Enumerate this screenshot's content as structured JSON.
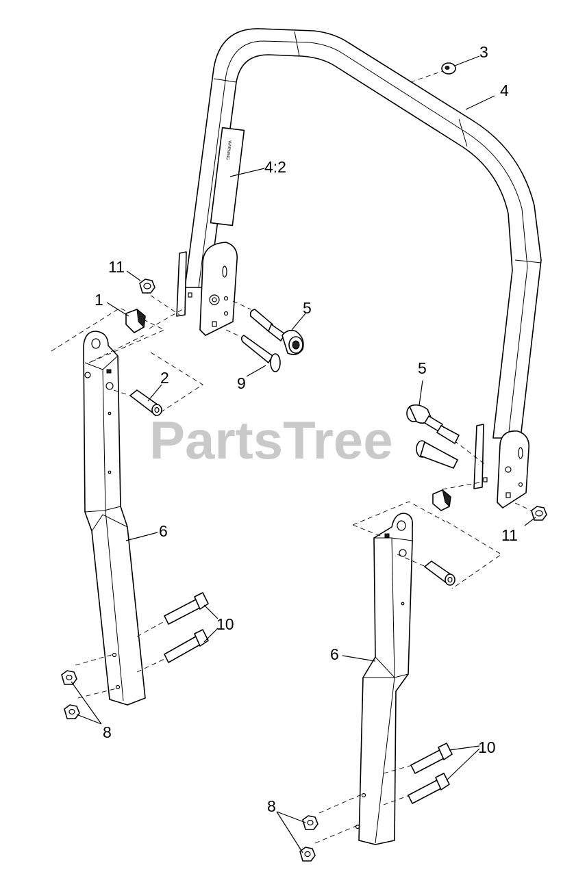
{
  "watermark": {
    "text": "PartsTree",
    "trademark": "™"
  },
  "callouts": {
    "c3": "3",
    "c4": "4",
    "c4_2": "4:2",
    "c11_left": "11",
    "c1": "1",
    "c5_left": "5",
    "c2": "2",
    "c9": "9",
    "c5_right": "5",
    "c11_right": "11",
    "c6_left": "6",
    "c10_left": "10",
    "c8_left": "8",
    "c6_right": "6",
    "c10_right": "10",
    "c8_right": "8"
  },
  "decal_text": "WARNING"
}
